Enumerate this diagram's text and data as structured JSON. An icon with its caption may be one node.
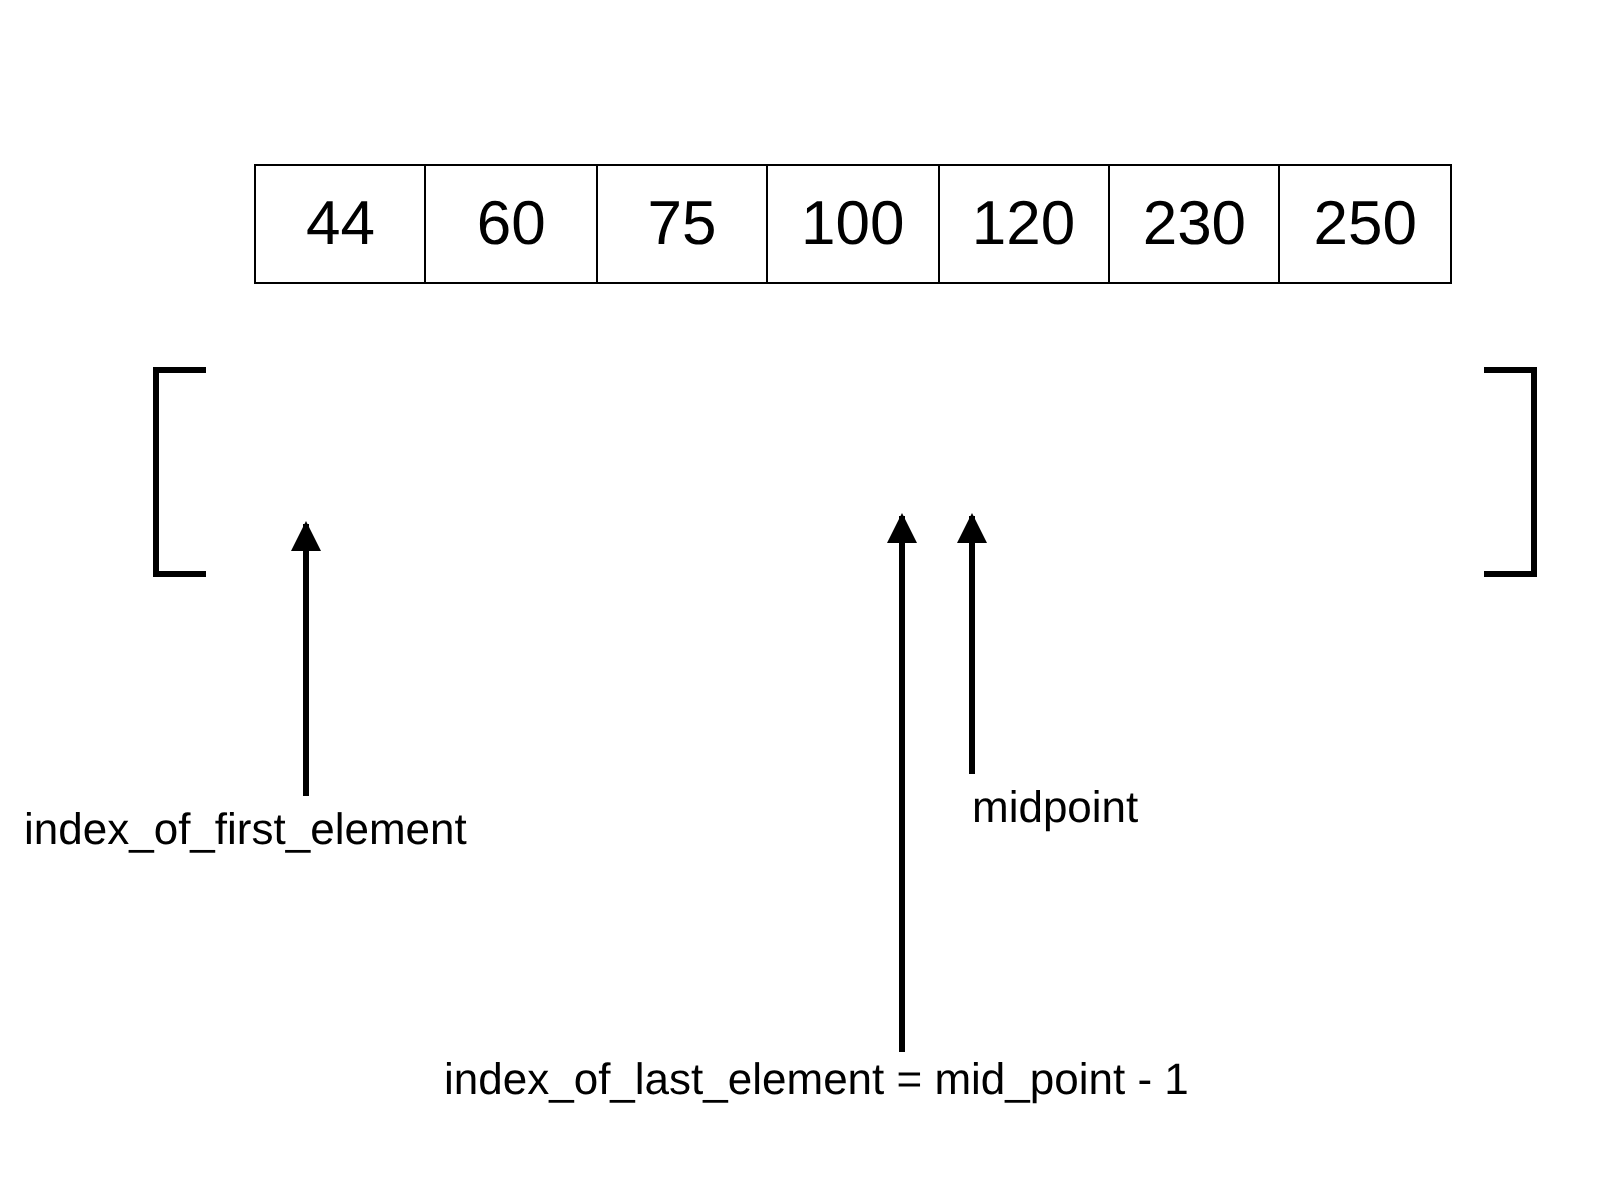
{
  "diagram": {
    "nodes": [
      {
        "text": [
          "44"
        ]
      },
      {
        "text": [
          "60"
        ]
      },
      {
        "text": [
          "75"
        ]
      },
      {
        "text": [
          "100"
        ]
      },
      {
        "text": [
          "120"
        ]
      },
      {
        "text": [
          "230"
        ]
      },
      {
        "text": [
          "250"
        ]
      },
      {
        "text": [
          "index_of_first_element"
        ]
      },
      {
        "text": [
          "midpoint"
        ]
      },
      {
        "text": [
          "index_of_last_element = mid_point - 1"
        ]
      }
    ],
    "edges": [
      {
        "from": 7,
        "to": null,
        "arrow": "to"
      },
      {
        "from": 9,
        "to": null,
        "arrow": "to"
      },
      {
        "from": 8,
        "to": null,
        "arrow": "to"
      }
    ]
  }
}
